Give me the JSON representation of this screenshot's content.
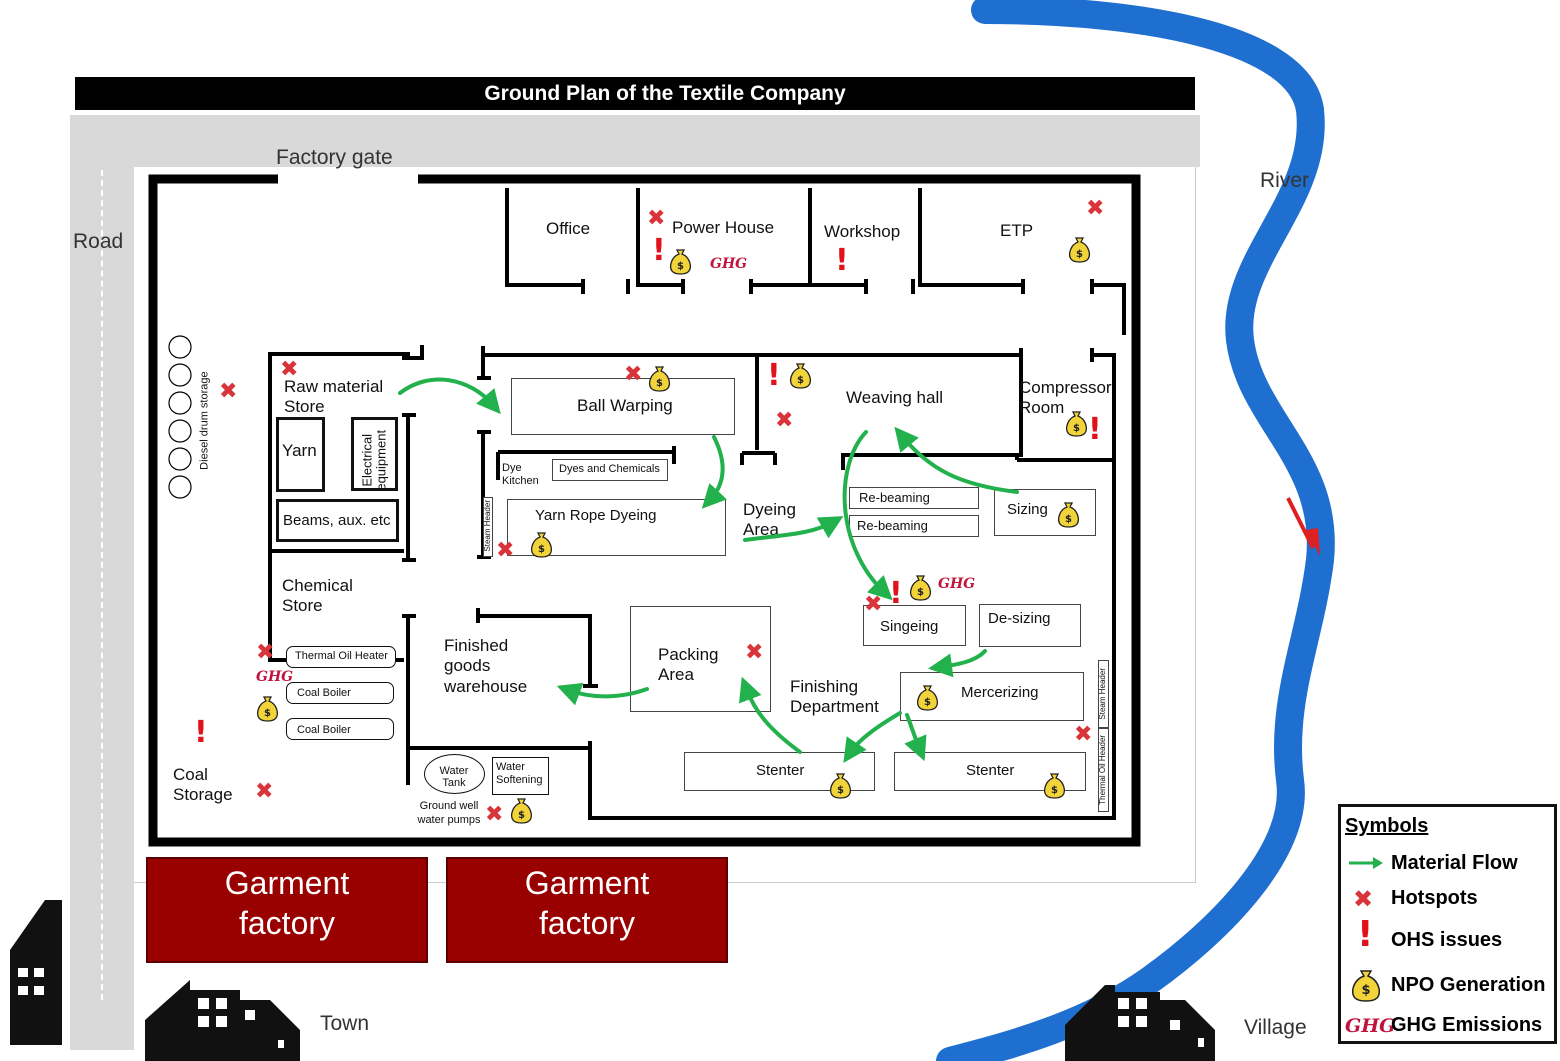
{
  "title": "Ground Plan of the Textile Company",
  "outside": {
    "factory_gate": "Factory gate",
    "road": "Road",
    "river": "River",
    "town": "Town",
    "village": "Village",
    "garment_factory_1": "Garment factory",
    "garment_factory_2": "Garment factory",
    "diesel": "Diesel drum storage",
    "coal_storage": "Coal Storage"
  },
  "rooms": {
    "office": "Office",
    "power_house": "Power House",
    "workshop": "Workshop",
    "etp": "ETP",
    "raw_material": "Raw material Store",
    "yarn": "Yarn",
    "electrical": "Electrical equipment",
    "beams": "Beams, aux. etc",
    "chemical_store": "Chemical Store",
    "thermal_oil_heater": "Thermal Oil Heater",
    "coal_boiler_1": "Coal Boiler",
    "coal_boiler_2": "Coal Boiler",
    "ball_warping": "Ball Warping",
    "dye_kitchen": "Dye Kitchen",
    "dyes_chemicals": "Dyes and Chemicals",
    "steam_header": "Steam Header",
    "yarn_rope_dyeing": "Yarn Rope Dyeing",
    "dyeing_area": "Dyeing Area",
    "weaving_hall": "Weaving hall",
    "compressor_room": "Compressor Room",
    "re_beaming_1": "Re-beaming",
    "re_beaming_2": "Re-beaming",
    "sizing": "Sizing",
    "singeing": "Singeing",
    "de_sizing": "De-sizing",
    "mercerizing": "Mercerizing",
    "finishing_department": "Finishing Department",
    "packing_area": "Packing Area",
    "finished_goods": "Finished goods warehouse",
    "water_tank": "Water Tank",
    "water_softening": "Water Softening",
    "ground_well": "Ground well water pumps",
    "stenter_1": "Stenter",
    "stenter_2": "Stenter",
    "steam_header_2": "Steam Header",
    "thermal_oil_header": "Thermal Oil Header"
  },
  "ghg_label": "GHG",
  "legend": {
    "title": "Symbols",
    "material_flow": "Material Flow",
    "hotspots": "Hotspots",
    "ohs": "OHS issues",
    "npo": "NPO Generation",
    "ghg_tag": "GHG",
    "ghg": "GHG Emissions"
  },
  "colors": {
    "flow": "#22b14c",
    "hotspot": "#d9343a",
    "ohs": "#e0121a",
    "ghg": "#c0143c",
    "river": "#1e6fcf",
    "garment": "#990000",
    "npo_bag": "#f2d43a"
  },
  "icons": [
    "money-bag-icon",
    "hotspot-x-icon",
    "ohs-exclamation-icon",
    "material-flow-arrow-icon",
    "building-icon"
  ]
}
